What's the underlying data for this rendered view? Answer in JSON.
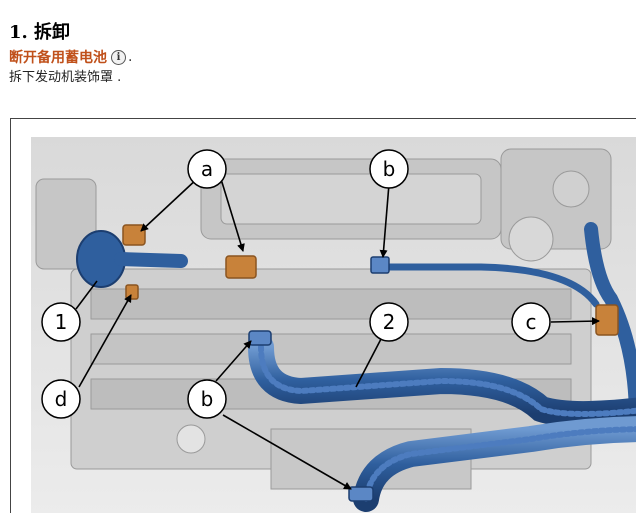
{
  "header": {
    "title": "1. 拆卸"
  },
  "instructions": {
    "warning_text": "断开备用蓄电池",
    "info_icon_glyph": "i",
    "warning_suffix": ".",
    "step_text": "拆下发动机装饰罩 ."
  },
  "figure": {
    "callouts": {
      "a": "a",
      "b_top": "b",
      "b_lower": "b",
      "c": "c",
      "d": "d",
      "one": "1",
      "two": "2"
    },
    "hose_color": "#2f5f9e",
    "connector_color": "#c8823a"
  }
}
